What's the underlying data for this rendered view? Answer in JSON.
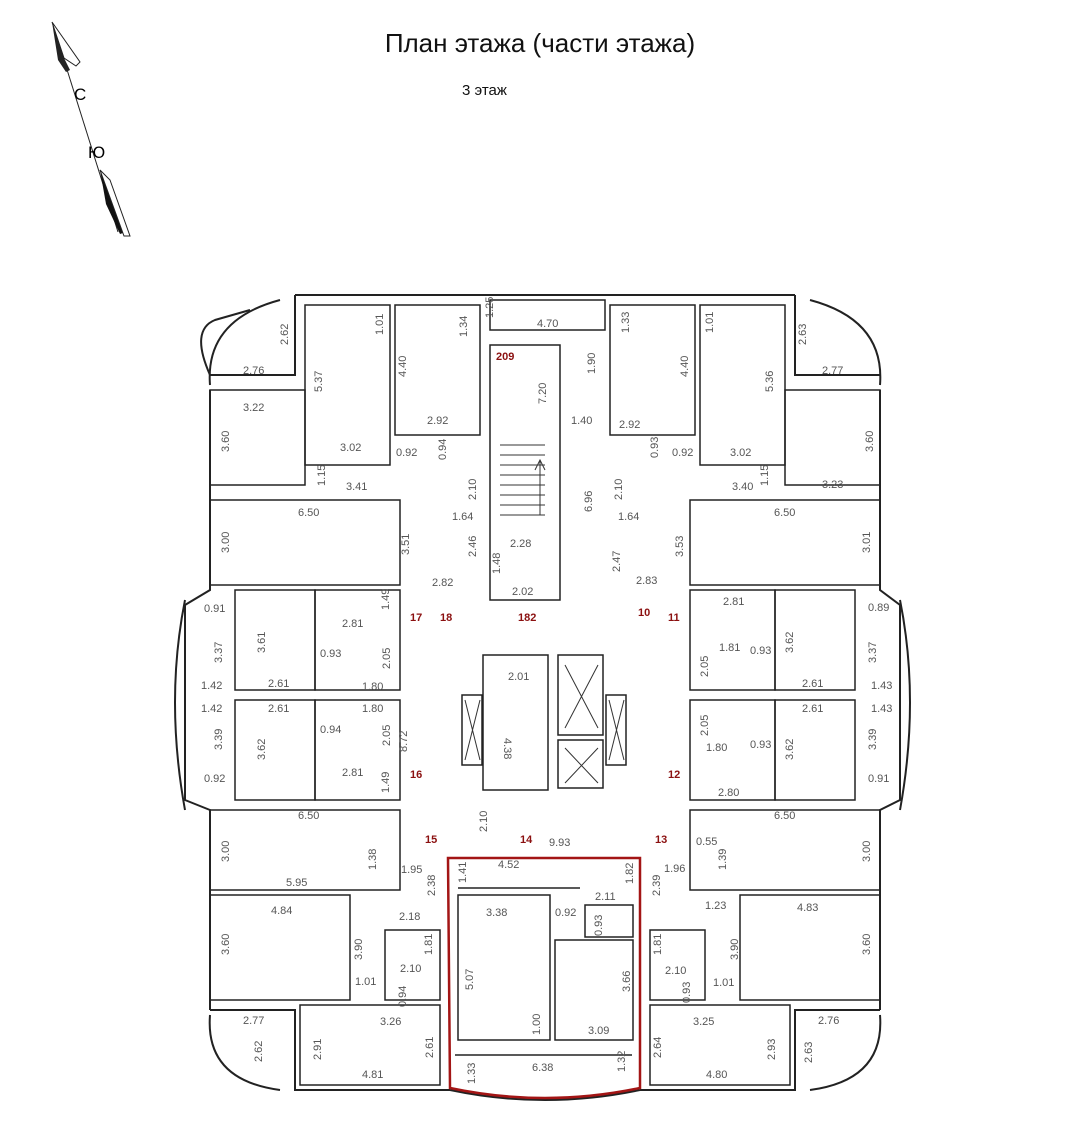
{
  "header": {
    "title": "План этажа (части этажа)",
    "floor": "3 этаж"
  },
  "compass": {
    "north": "С",
    "south": "Ю"
  },
  "highlight_color": "#a31515",
  "label_color": "#8b1010",
  "room_labels": [
    "209",
    "18",
    "182",
    "17",
    "10",
    "11",
    "16",
    "12",
    "15",
    "14",
    "13"
  ],
  "dimensions": {
    "top": [
      "1.25",
      "4.70",
      "1.01",
      "1.34",
      "1.33",
      "1.01",
      "2.62",
      "2.63",
      "2.76",
      "2.77",
      "5.37",
      "5.36",
      "4.40",
      "4.40",
      "1.90",
      "7.20",
      "1.40",
      "3.22",
      "3.23",
      "3.60",
      "3.60",
      "2.92",
      "2.92",
      "0.92",
      "0.92",
      "0.94",
      "0.93",
      "3.02",
      "3.02",
      "2.10",
      "2.10",
      "1.15",
      "1.15",
      "3.41",
      "3.40",
      "1.64",
      "1.64",
      "6.96"
    ],
    "upper_mid": [
      "6.50",
      "6.50",
      "3.00",
      "3.01",
      "3.51",
      "3.53",
      "2.46",
      "2.47",
      "2.28",
      "1.48",
      "2.02",
      "2.82",
      "2.83",
      "1.49",
      "2.81",
      "2.81",
      "0.91",
      "0.89",
      "3.61",
      "3.62",
      "3.37",
      "3.37",
      "0.93",
      "0.93",
      "2.05",
      "2.05",
      "1.81",
      "1.42",
      "1.43",
      "2.61",
      "2.61",
      "1.80"
    ],
    "core": [
      "2.01",
      "4.38",
      "8.72",
      "2.10",
      "9.93"
    ],
    "lower_mid": [
      "1.42",
      "1.43",
      "2.61",
      "2.61",
      "1.80",
      "1.80",
      "3.39",
      "3.39",
      "3.62",
      "3.62",
      "0.94",
      "0.93",
      "2.05",
      "2.05",
      "0.92",
      "0.91",
      "2.81",
      "2.80",
      "1.49",
      "6.50",
      "6.50",
      "3.00",
      "3.00",
      "0.55",
      "1.38",
      "1.39"
    ],
    "bottom": [
      "1.95",
      "4.52",
      "1.96",
      "2.38",
      "2.39",
      "1.41",
      "1.82",
      "5.95",
      "4.84",
      "4.83",
      "3.60",
      "3.60",
      "3.38",
      "2.11",
      "1.23",
      "2.18",
      "0.92",
      "0.93",
      "3.90",
      "3.90",
      "1.81",
      "1.81",
      "5.07",
      "3.66",
      "1.01",
      "1.01",
      "2.10",
      "2.10",
      "0.94",
      "0.93",
      "3.26",
      "3.25",
      "1.00",
      "3.09",
      "2.77",
      "2.76",
      "2.62",
      "2.63",
      "2.91",
      "2.93",
      "2.61",
      "2.64",
      "6.38",
      "1.33",
      "1.32",
      "4.81",
      "4.80"
    ]
  }
}
